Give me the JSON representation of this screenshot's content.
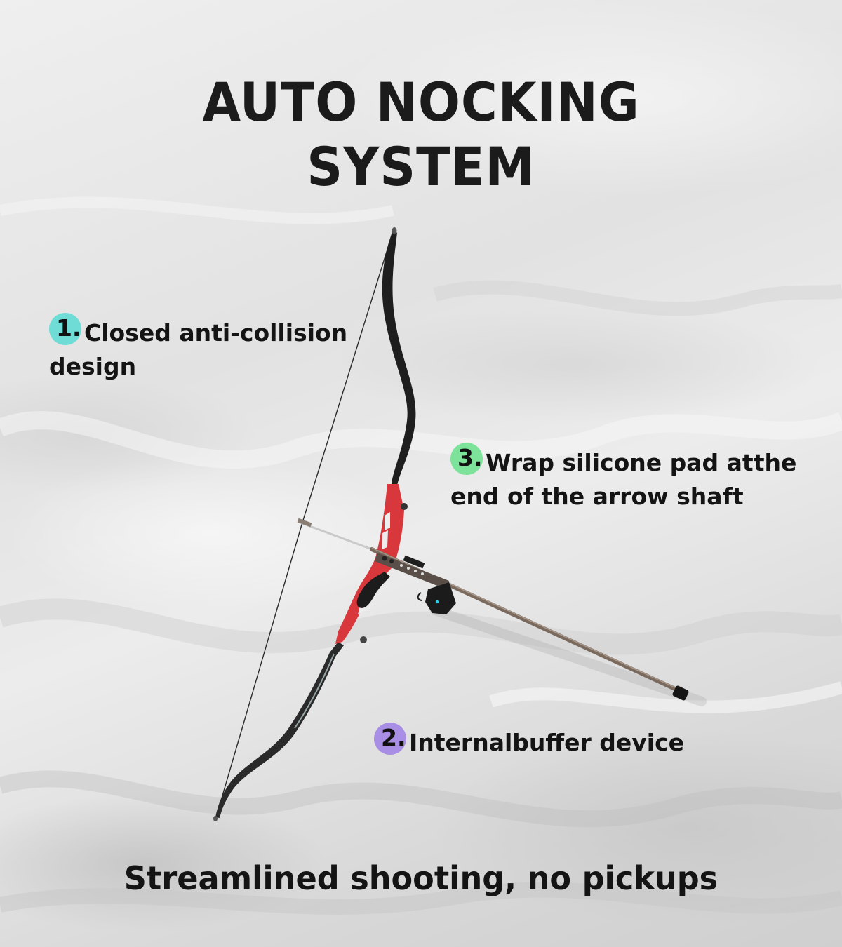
{
  "title": {
    "line1": "AUTO NOCKING",
    "line2": "SYSTEM"
  },
  "callouts": [
    {
      "number": "1.",
      "text": "Closed anti-collision design",
      "badge_color": "#6fdcd6"
    },
    {
      "number": "2.",
      "text": "Internalbuffer device",
      "badge_color": "#a98ee6"
    },
    {
      "number": "3.",
      "text": "Wrap silicone pad atthe end of the arrow shaft",
      "badge_color": "#7ee39a"
    }
  ],
  "tagline": "Streamlined shooting, no pickups",
  "product": {
    "name": "recurve-bow-with-auto-nocking-arrow",
    "riser_color": "#d8373b",
    "limb_color": "#1c1c1c",
    "arrow_color": "#7a6a5e",
    "indicator_light_color": "#2fd0e8"
  }
}
